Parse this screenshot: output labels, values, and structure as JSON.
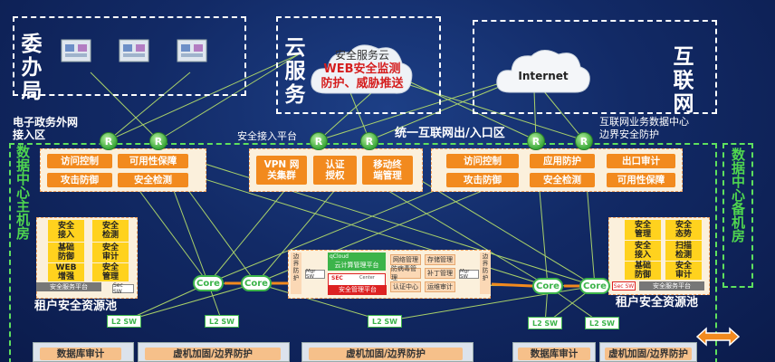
{
  "left_top": {
    "label": "委办局"
  },
  "cloud_service": {
    "label": "云服务",
    "title": "安全服务云",
    "line1": "WEB安全监测",
    "line2": "防护、威胁推送"
  },
  "internet_top": {
    "label": "互联网",
    "cloud_text": "Internet"
  },
  "labels": {
    "egov": "电子政务外网\n接入区",
    "safe_access": "安全接入平台",
    "unified_internet": "统一互联网出/入口区",
    "internet_biz": "互联网业务数据中心\n边界安全防护",
    "main_dc": "数据中心主机房",
    "backup_dc": "数据中心备机房",
    "tenant_left": "租户安全资源池",
    "tenant_right": "租户安全资源池"
  },
  "left_zone_buttons": [
    "访问控制",
    "可用性保障",
    "攻击防御",
    "安全检测"
  ],
  "mid_zone_buttons": [
    "VPN 网\n关集群",
    "认证\n授权",
    "移动终\n端管理"
  ],
  "right_zone_buttons": [
    "访问控制",
    "应用防护",
    "出口审计",
    "攻击防御",
    "安全检测",
    "可用性保障"
  ],
  "left_pool_cells": [
    "安全\n接入",
    "安全\n检测",
    "基础\n防御",
    "安全\n审计",
    "WEB\n增强",
    "安全\n管理"
  ],
  "left_pool_footer": "安全服务平台",
  "left_pool_tag": "Sec SW",
  "right_pool_cells": [
    "安全\n管理",
    "安全\n态势",
    "安全\n接入",
    "扫描\n检测",
    "基础\n防御",
    "安全\n审计"
  ],
  "right_pool_footer": "安全服务平台",
  "right_pool_tag": "Sec SW",
  "platform": {
    "border_left": "边\n界\n防\n护",
    "border_right": "边\n界\n防\n护",
    "cloud_name": "qCloud",
    "cloud_mgmt": "云计算管理平台",
    "sec_name": "SEC",
    "sec_center": "Center",
    "sec_mgmt": "安全管理平台",
    "cells": [
      "网络管理",
      "存储管理",
      "防病毒管理",
      "补丁管理",
      "认证中心",
      "运维审计"
    ],
    "mgr_left": "Mgr SW",
    "mgr_right": "Mgr SW"
  },
  "cores": [
    "Core",
    "Core",
    "Core",
    "Core"
  ],
  "l2": [
    "L2 SW",
    "L2 SW",
    "L2 SW",
    "L2 SW",
    "L2 SW"
  ],
  "routers": [
    "R",
    "R",
    "R",
    "R",
    "R",
    "R"
  ],
  "bottom": [
    "数据库审计",
    "虚机加固/边界防护",
    "虚机加固/边界防护",
    "数据库审计",
    "虚机加固/边界防护"
  ]
}
